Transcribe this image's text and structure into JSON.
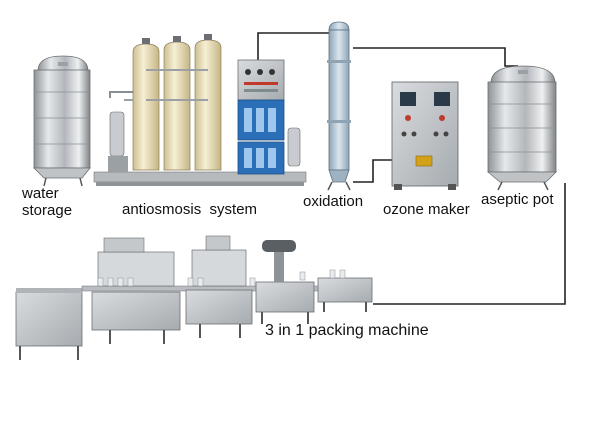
{
  "labels": {
    "water_storage_line1": "water",
    "water_storage_line2": "storage",
    "antiosmosis_system": "antiosmosis  system",
    "oxidation": "oxidation",
    "ozone_maker": "ozone maker",
    "aseptic_pot": "aseptic pot",
    "packing_machine": "3 in 1 packing machine"
  },
  "colors": {
    "pipe": "#222222",
    "steel": "#c9cccf",
    "resin_tank": "#efe6c4",
    "control_blue": "#2a6fb8",
    "oxidation_tower": "#b9c9d6"
  }
}
